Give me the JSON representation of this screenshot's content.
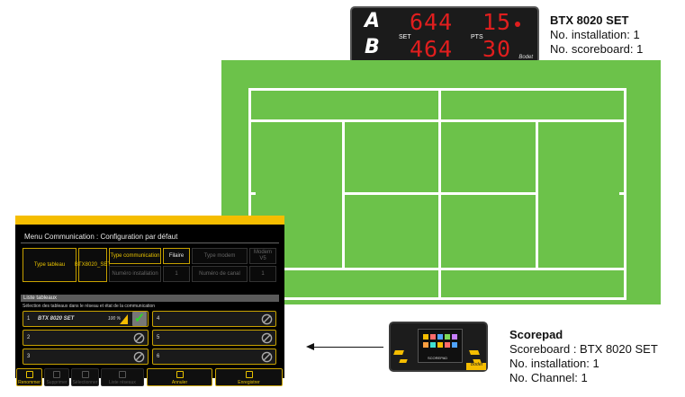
{
  "scoreboard": {
    "team_a": "A",
    "team_b": "B",
    "set_label": "SET",
    "pts_label": "PTS",
    "a_games": "644",
    "a_points": "15",
    "b_games": "464",
    "b_points": "30",
    "brand": "Bodet"
  },
  "scoreboard_info": {
    "title": "BTX 8020 SET",
    "installation": "No. installation: 1",
    "scoreboard_no": "No. scoreboard: 1"
  },
  "scorepad_info": {
    "title": "Scorepad",
    "scoreboard": "Scoreboard : BTX 8020 SET",
    "installation": "No. installation: 1",
    "channel": "No. Channel: 1"
  },
  "scorepad_device": {
    "screen_label": "SCOREPAD",
    "brand": "Bodet"
  },
  "panel": {
    "title": "Menu Communication : Configuration par défaut",
    "type_tableau_label": "Type tableau",
    "type_tableau_value": "BTX8020_SET",
    "type_comm_label": "Type communication",
    "type_comm_value": "Filaire",
    "type_modem_label": "Type modem",
    "modem_value": "Modem V5",
    "num_installation_label": "Numéro installation",
    "num_installation_value": "1",
    "num_canal_label": "Numéro de canal",
    "num_canal_value": "1",
    "list_header": "Liste tableaux",
    "list_desc": "Sélection des tableaux dans le réseau et état de la communication",
    "slots": [
      {
        "num": "1",
        "name": "BTX 8020 SET",
        "pct": "100 %"
      },
      {
        "num": "2",
        "name": "",
        "pct": ""
      },
      {
        "num": "3",
        "name": "",
        "pct": ""
      },
      {
        "num": "4",
        "name": "",
        "pct": ""
      },
      {
        "num": "5",
        "name": "",
        "pct": ""
      },
      {
        "num": "6",
        "name": "",
        "pct": ""
      }
    ],
    "buttons": {
      "renommer": "Renommer",
      "supprimer": "Supprimer",
      "selectionner": "Sélectionner",
      "liste_reseaux": "Liste réseaux",
      "annuler": "Annuler",
      "enregistrer": "Enregistrer"
    }
  },
  "colors": {
    "court_green": "#6cc24a",
    "accent_yellow": "#f5bd00",
    "digit_red": "#e01e1e",
    "check_green": "#2fd32f"
  }
}
